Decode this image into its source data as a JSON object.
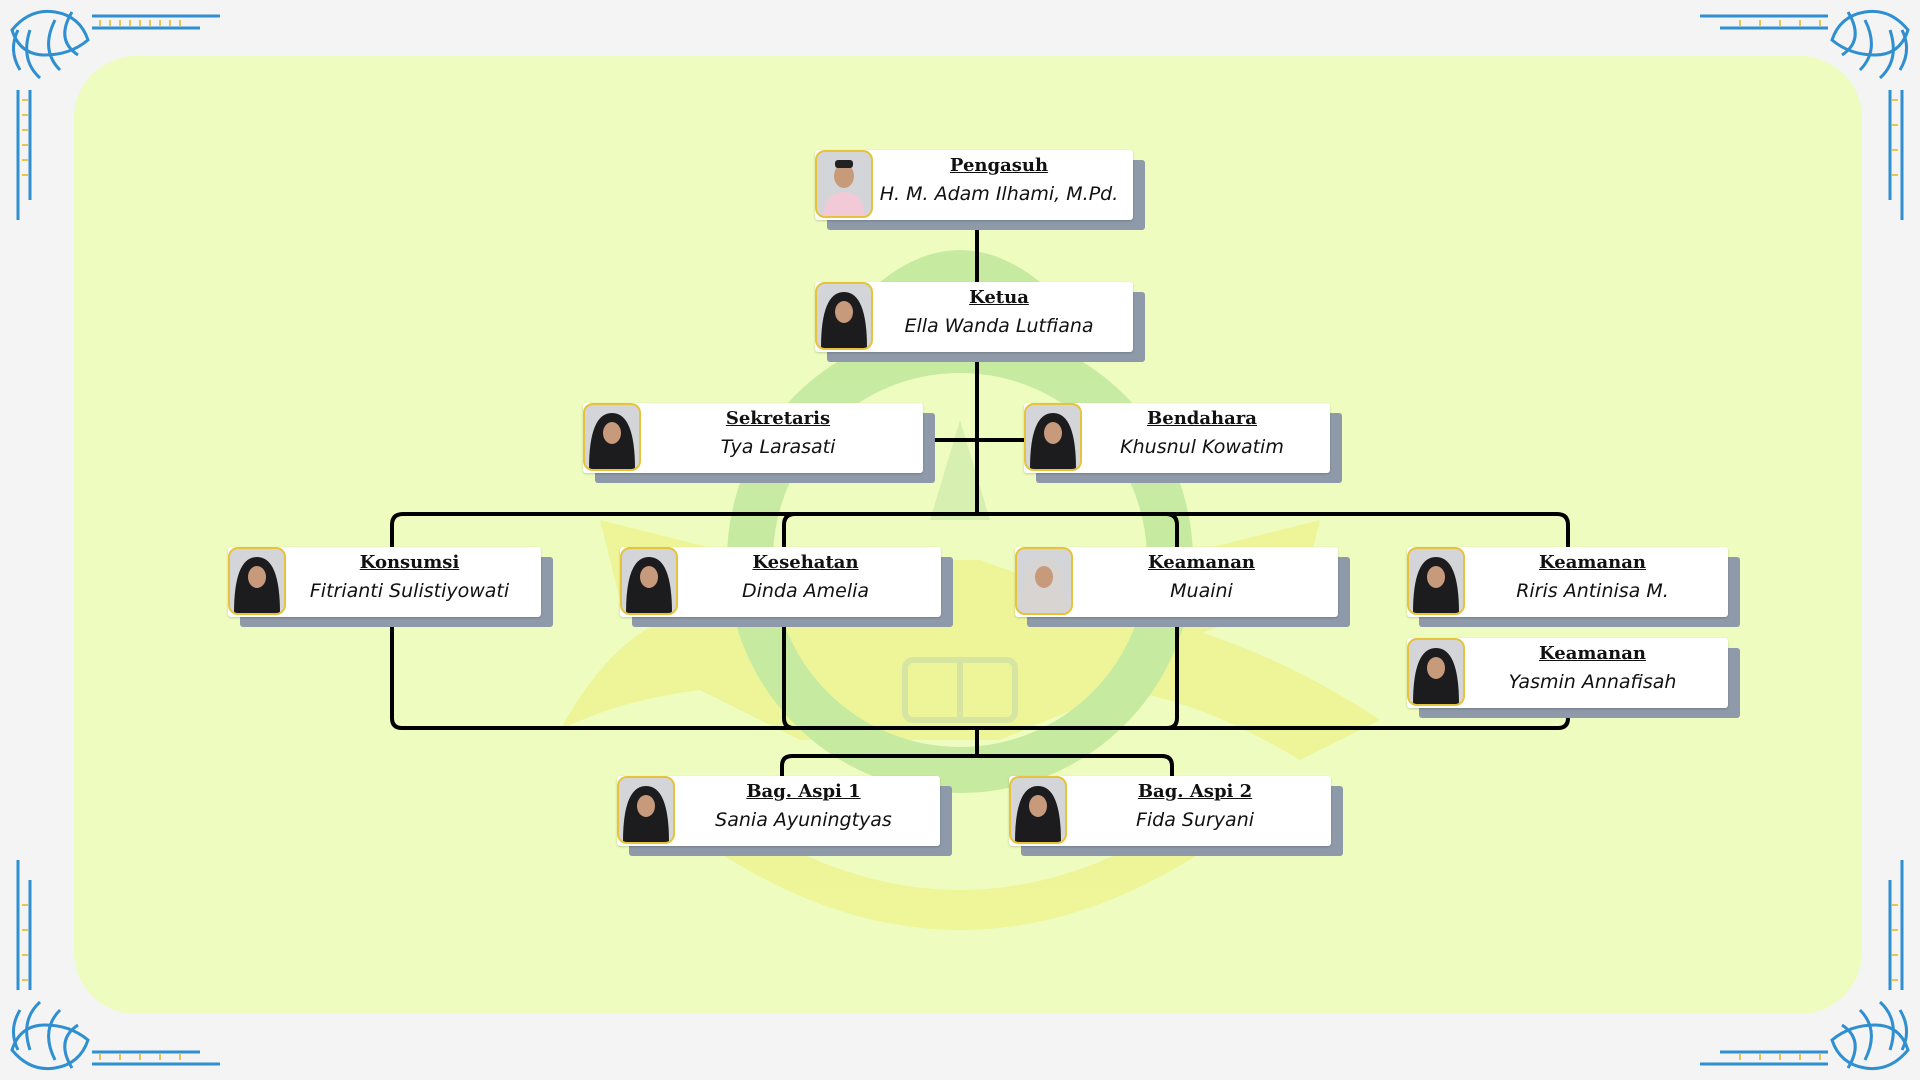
{
  "org_chart": {
    "pengasuh": {
      "role": "Pengasuh",
      "name": "H.  M. Adam Ilhami, M.Pd."
    },
    "ketua": {
      "role": "Ketua",
      "name": "Ella Wanda Lutfiana"
    },
    "sekretaris": {
      "role": "Sekretaris",
      "name": "Tya Larasati"
    },
    "bendahara": {
      "role": "Bendahara",
      "name": "Khusnul Kowatim"
    },
    "konsumsi": {
      "role": "Konsumsi",
      "name": "Fitrianti Sulistiyowati"
    },
    "kesehatan": {
      "role": "Kesehatan",
      "name": "Dinda Amelia"
    },
    "keamanan_1": {
      "role": "Keamanan",
      "name": "Muaini"
    },
    "keamanan_2": {
      "role": "Keamanan",
      "name": "Riris Antinisa M."
    },
    "keamanan_3": {
      "role": "Keamanan",
      "name": "Yasmin Annafisah"
    },
    "aspi_1": {
      "role": "Bag. Aspi 1",
      "name": "Sania Ayuningtyas"
    },
    "aspi_2": {
      "role": "Bag. Aspi 2",
      "name": "Fida Suryani"
    }
  },
  "colors": {
    "panel": "#eefcbf",
    "background": "#f3f4f3",
    "card_shadow": "#8e9aa9",
    "photo_border": "#e7c33c",
    "connector": "#000000",
    "ornament_blue": "#2f8fd0",
    "ornament_gold": "#e8c550",
    "watermark_green": "#9fd68f",
    "watermark_yellow": "#eef07a"
  },
  "icons": {
    "photo": "person-photo-icon",
    "watermark": "school-emblem-watermark",
    "corner": "floral-corner-ornament"
  }
}
